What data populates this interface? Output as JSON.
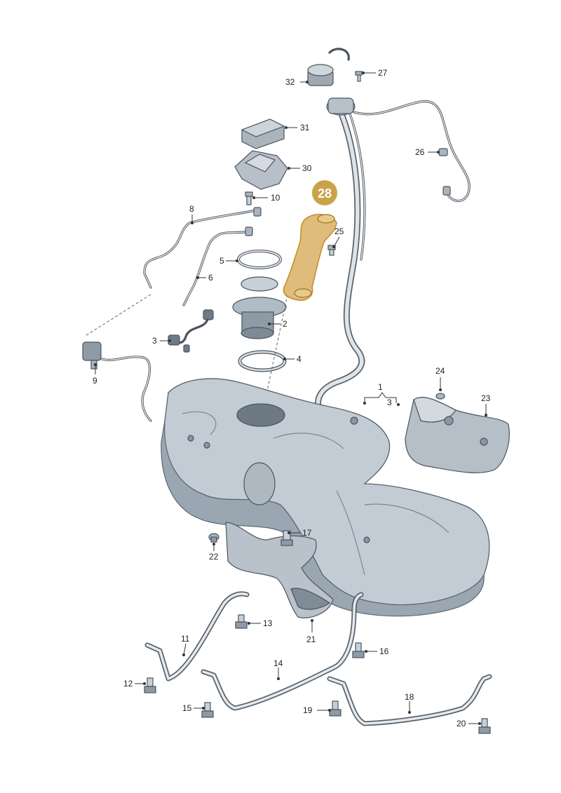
{
  "highlight": {
    "number": "28",
    "color": "#c9a24a"
  },
  "callouts": [
    {
      "id": "1",
      "text": "1"
    },
    {
      "id": "2",
      "text": "2"
    },
    {
      "id": "3a",
      "text": "3"
    },
    {
      "id": "3b",
      "text": "3"
    },
    {
      "id": "4",
      "text": "4"
    },
    {
      "id": "5",
      "text": "5"
    },
    {
      "id": "6",
      "text": "6"
    },
    {
      "id": "8",
      "text": "8"
    },
    {
      "id": "9",
      "text": "9"
    },
    {
      "id": "10",
      "text": "10"
    },
    {
      "id": "11",
      "text": "11"
    },
    {
      "id": "12",
      "text": "12"
    },
    {
      "id": "13",
      "text": "13"
    },
    {
      "id": "14",
      "text": "14"
    },
    {
      "id": "15",
      "text": "15"
    },
    {
      "id": "16",
      "text": "16"
    },
    {
      "id": "17",
      "text": "17"
    },
    {
      "id": "18",
      "text": "18"
    },
    {
      "id": "19",
      "text": "19"
    },
    {
      "id": "20",
      "text": "20"
    },
    {
      "id": "21",
      "text": "21"
    },
    {
      "id": "22",
      "text": "22"
    },
    {
      "id": "23",
      "text": "23"
    },
    {
      "id": "24",
      "text": "24"
    },
    {
      "id": "25",
      "text": "25"
    },
    {
      "id": "26",
      "text": "26"
    },
    {
      "id": "27",
      "text": "27"
    },
    {
      "id": "30",
      "text": "30"
    },
    {
      "id": "31",
      "text": "31"
    },
    {
      "id": "32",
      "text": "32"
    }
  ]
}
